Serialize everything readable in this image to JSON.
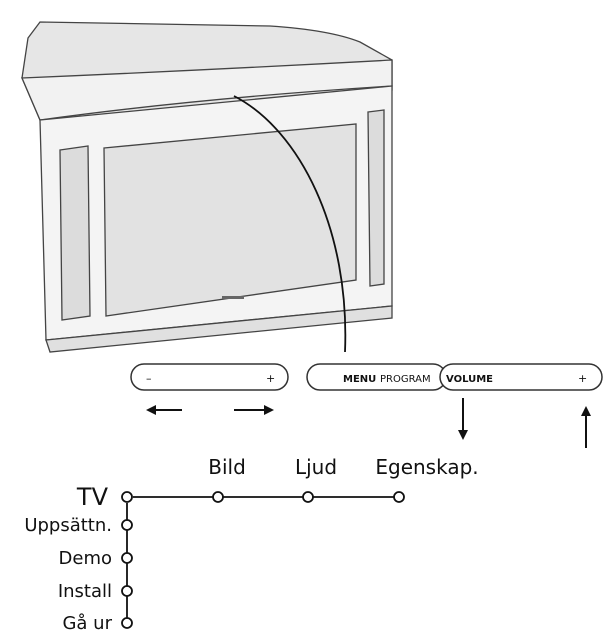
{
  "tv_controls": {
    "volume_minus": "–",
    "volume_plus": "+",
    "menu_label": "MENU",
    "program_label": "PROGRAM",
    "volume_label": "VOLUME",
    "plus_right": "+"
  },
  "menu_tree": {
    "root": "TV",
    "top_items": [
      "Bild",
      "Ljud",
      "Egenskap."
    ],
    "side_items": [
      "Uppsättn.",
      "Demo",
      "Install",
      "Gå ur"
    ]
  }
}
